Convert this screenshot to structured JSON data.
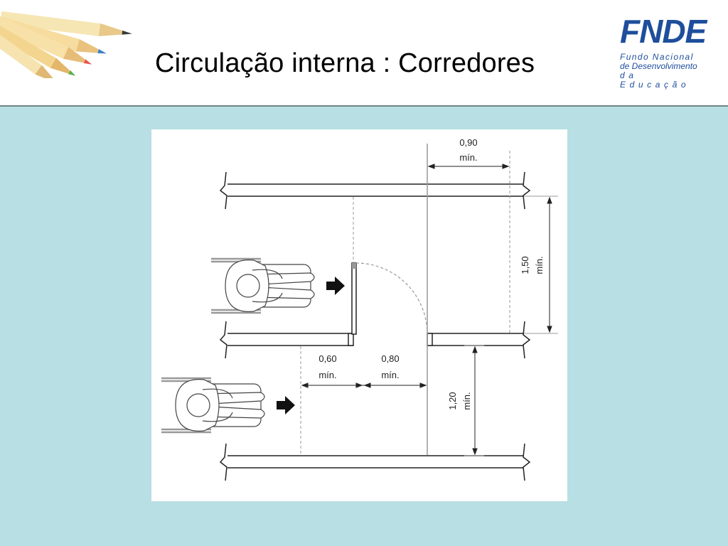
{
  "title": "Circulação interna : Corredores",
  "logo": {
    "mark": "FNDE",
    "line1": "Fundo Nacional",
    "line2": "de Desenvolvimento",
    "line3": "da Educação"
  },
  "colors": {
    "content_background": "#b8dfe3",
    "logo_blue": "#1e4e9c",
    "diagram_line": "#222222"
  },
  "icons": [
    "pencils-icon",
    "wheelchair-user-icon",
    "direction-arrow-icon",
    "door-swing-icon"
  ],
  "diagram": {
    "dim_top_value": "0,90",
    "dim_top_unit": "mín.",
    "dim_right_value": "1,50",
    "dim_right_unit": "mín.",
    "dim_left_value": "0,60",
    "dim_left_unit": "mín.",
    "dim_mid_value": "0,80",
    "dim_mid_unit": "mín.",
    "dim_lower_value": "1,20",
    "dim_lower_unit": "mín."
  }
}
